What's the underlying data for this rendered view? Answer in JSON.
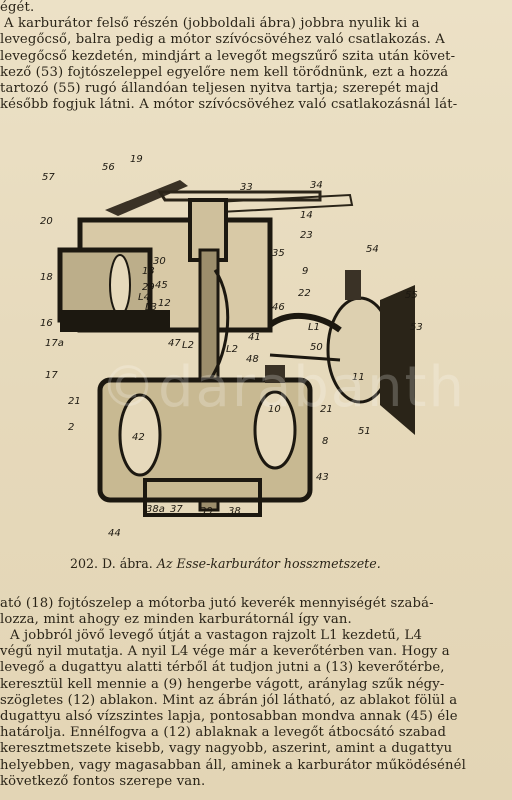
{
  "top_paragraph": [
    "égét.",
    "A karburátor felső részén (jobboldali ábra) jobbra nyulik ki a",
    "levegőcső, balra pedig a mótor szívócsövéhez való csatlakozás. A",
    "levegőcső kezdetén, mindjárt a levegőt megszűrő szita után követ-",
    "kező (53) fojtószeleppel egyelőre nem kell törődnünk, ezt a hozzá",
    "tartozó (55) rugó állandóan teljesen nyitva tartja; szerepét majd",
    "később fogjuk látni. A mótor szívócsövéhez való csatlakozásnál lát-"
  ],
  "figure_labels": {
    "l57": "57",
    "l56": "56",
    "l19": "19",
    "l33": "33",
    "l34": "34",
    "l20": "20",
    "l14": "14",
    "l23": "23",
    "l35": "35",
    "l9": "9",
    "l18": "18",
    "l13": "13",
    "l29": "29",
    "l30": "30",
    "l45": "45",
    "l12": "12",
    "l22": "22",
    "l46": "46",
    "l54": "54",
    "l55": "55",
    "l16": "16",
    "l17a": "17a",
    "l17": "17",
    "l47": "47",
    "l41": "41",
    "l50": "50",
    "l48": "48",
    "l53": "53",
    "l11": "11",
    "l21a": "21",
    "l21b": "21",
    "l2": "2",
    "l42": "42",
    "l10": "10",
    "l8": "8",
    "l43": "43",
    "l51": "51",
    "l44": "44",
    "l38a": "38a",
    "l37": "37",
    "l39": "39",
    "l38": "38",
    "lL1": "L1",
    "lL2a": "L2",
    "lL2b": "L2",
    "lL4": "L4",
    "lL3": "L3"
  },
  "caption": {
    "number": "202. D. ábra.",
    "title": "Az Esse-karburátor hosszmetszete."
  },
  "bottom_paragraph1": [
    "ató (18) fojtószelep a mótorba jutó keverék mennyiségét szabá-",
    "lozza, mint ahogy ez minden karburátornál így van."
  ],
  "bottom_paragraph2": [
    "A jobbról jövő levegő útját a vastagon rajzolt L1 kezdetű, L4",
    "végű nyil mutatja. A nyil L4 vége már a keverőtérben van. Hogy a",
    "levegő a dugattyu alatti térből át tudjon jutni a (13) keverőtérbe,",
    "keresztül kell mennie a (9) hengerbe vágott, aránylag szűk négy-",
    "szögletes (12) ablakon. Mint az ábrán jól látható, az ablakot fölül a",
    "dugattyu alsó vízszintes lapja, pontosabban mondva annak (45) éle",
    "határolja. Ennélfogva a (12) ablaknak a levegőt átbocsátó szabad",
    "keresztmetszete kisebb, vagy nagyobb, aszerint, amint a dugattyu",
    "helyebben, vagy magasabban áll, aminek a karburátor működésénél",
    "következő fontos szerepe van."
  ]
}
